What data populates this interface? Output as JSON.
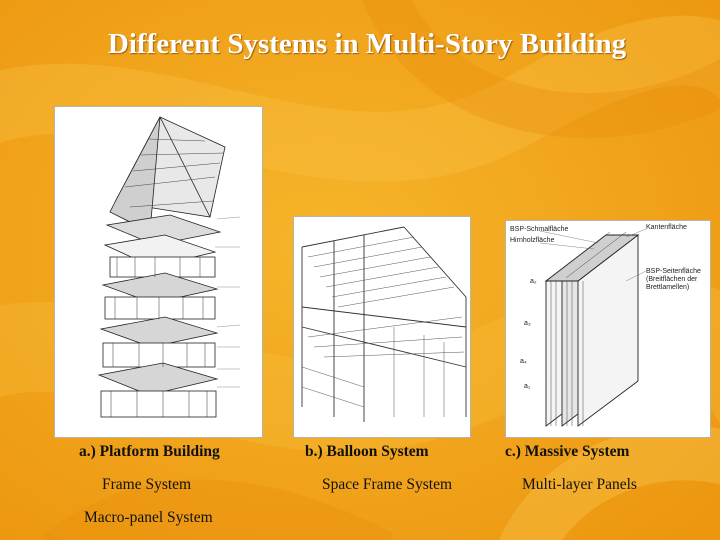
{
  "slide": {
    "title": "Different Systems in Multi-Story Building",
    "colors": {
      "background": "#f3a81a",
      "title_text": "#ffffff",
      "caption_text": "#111111"
    }
  },
  "columns": [
    {
      "heading": "a.) Platform Building",
      "lines": [
        "Frame System",
        "Macro-panel System"
      ],
      "figure_icon": "exploded-platform-frame-drawing"
    },
    {
      "heading": "b.) Balloon System",
      "lines": [
        "Space Frame System"
      ],
      "figure_icon": "balloon-frame-drawing"
    },
    {
      "heading": "c.) Massive System",
      "lines": [
        "Multi-layer Panels"
      ],
      "figure_icon": "clt-panel-section-drawing",
      "figure_labels": {
        "top1": "BSP-Schmalfläche",
        "top2": "Hirnholzfläche",
        "right_top": "Kantenfläche",
        "right_mid": "BSP-Seitenfläche\n(Breitflächen der\nBrettlamellen)",
        "a2": "a₂",
        "a3": "a₃",
        "a4": "a₄",
        "a1": "a₁"
      }
    }
  ]
}
